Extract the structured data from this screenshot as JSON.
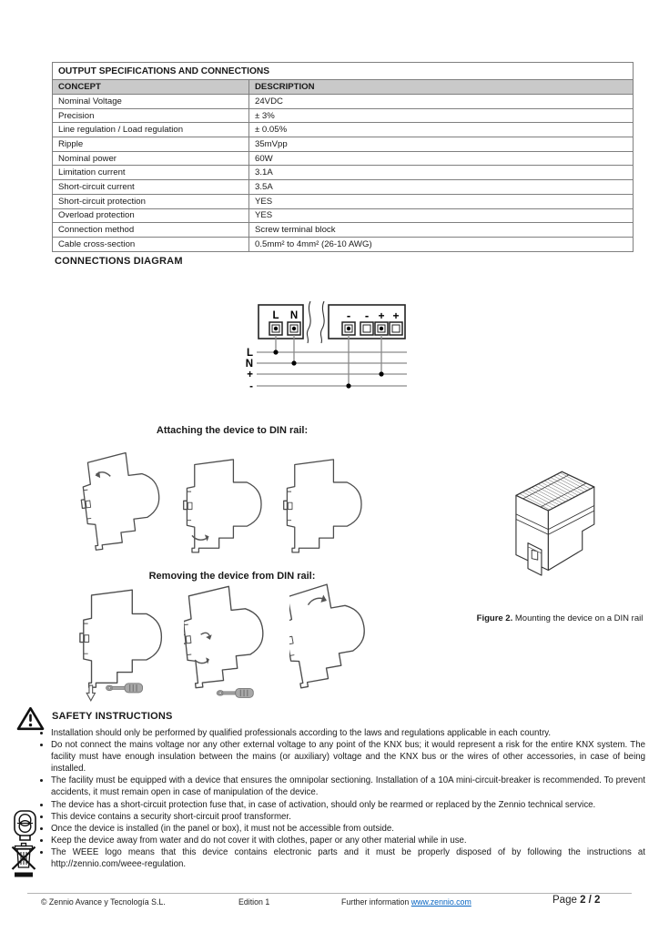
{
  "table": {
    "title": "OUTPUT SPECIFICATIONS AND CONNECTIONS",
    "columns": [
      "CONCEPT",
      "DESCRIPTION"
    ],
    "rows": [
      [
        "Nominal Voltage",
        "24VDC"
      ],
      [
        "Precision",
        "± 3%"
      ],
      [
        "Line regulation / Load regulation",
        "± 0.05%"
      ],
      [
        "Ripple",
        "35mVpp"
      ],
      [
        "Nominal power",
        "60W"
      ],
      [
        "Limitation current",
        "3.1A"
      ],
      [
        "Short-circuit current",
        "3.5A"
      ],
      [
        "Short-circuit protection",
        "YES"
      ],
      [
        "Overload protection",
        "YES"
      ],
      [
        "Connection method",
        "Screw terminal block"
      ],
      [
        "Cable cross-section",
        "0.5mm² to 4mm² (26-10 AWG)"
      ]
    ]
  },
  "connections": {
    "heading": "CONNECTIONS DIAGRAM",
    "left_terminals": [
      "L",
      "N"
    ],
    "right_terminals": [
      "-",
      "-",
      "+",
      "+"
    ],
    "wire_labels": [
      "L",
      "N",
      "+",
      "-"
    ]
  },
  "din": {
    "attach_heading": "Attaching the device to DIN rail:",
    "remove_heading": "Removing the device from DIN rail:",
    "figure_caption_bold": "Figure 2.",
    "figure_caption_rest": " Mounting the device on a DIN rail"
  },
  "safety": {
    "heading": "SAFETY INSTRUCTIONS",
    "bullets": [
      "Installation should only be performed by qualified professionals according to the laws and regulations applicable in each country.",
      "Do not connect the mains voltage nor any other external voltage to any point of the KNX bus; it would represent a risk for the entire KNX system. The facility must have enough insulation between the mains (or auxiliary) voltage and the KNX bus or the wires of other accessories, in case of being installed.",
      "The facility must be equipped with a device that ensures the omnipolar sectioning. Installation of a 10A mini-circuit-breaker is recommended. To prevent accidents, it must remain open in case of manipulation of the device.",
      "The device has a short-circuit protection fuse that, in case of activation, should only be rearmed or replaced by the Zennio technical service.",
      "This device contains a security short-circuit proof transformer.",
      "Once the device is installed (in the panel or box), it must not be accessible from outside.",
      "Keep the device away from water and do not cover it with clothes, paper or any other material while in use.",
      "The WEEE logo means that this device contains electronic parts and it must be properly disposed of by following the instructions at http://zennio.com/weee-regulation."
    ]
  },
  "footer": {
    "copyright": "© Zennio Avance y Tecnología S.L.",
    "edition": "Edition 1",
    "further_info": "Further information ",
    "link": "www.zennio.com",
    "page_label": "Page ",
    "page_value": "2 / 2"
  },
  "colors": {
    "link": "#0563c1",
    "table_header_bg": "#c9c9c9",
    "wire_gray": "#8a8a8a"
  }
}
